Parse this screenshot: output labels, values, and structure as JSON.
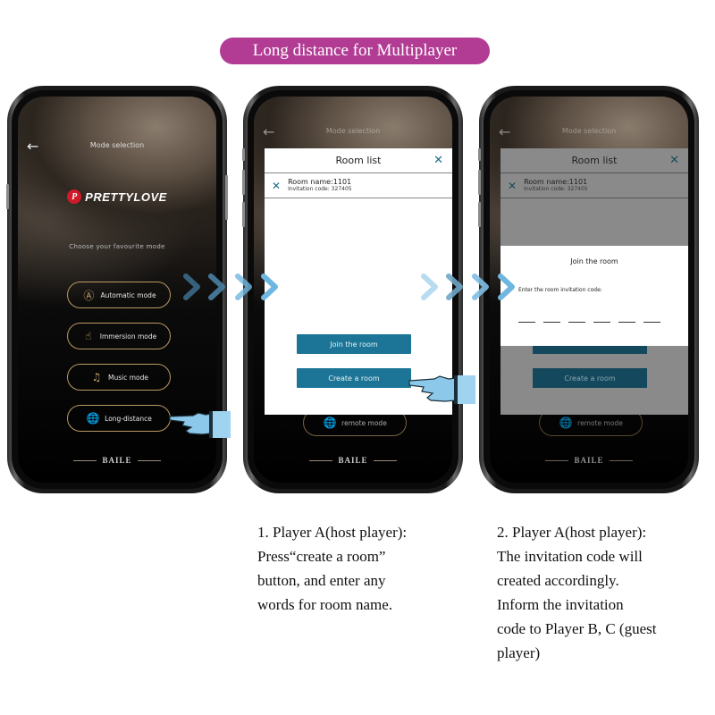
{
  "banner": {
    "title": "Long distance for Multiplayer",
    "color": "#b23c94"
  },
  "phones": [
    {
      "nav": {
        "back_icon": "arrow-left-icon",
        "title": "Mode selection"
      },
      "logo": {
        "badge": "P",
        "text": "PRETTYLOVE"
      },
      "subtitle": "Choose your favourite mode",
      "modes": [
        {
          "label": "Automatic mode",
          "icon": "automatic-icon"
        },
        {
          "label": "Immersion mode",
          "icon": "hand-touch-icon"
        },
        {
          "label": "Music mode",
          "icon": "music-note-icon"
        },
        {
          "label": "Long-distance",
          "icon": "globe-icon"
        }
      ],
      "footer": "BAILE"
    },
    {
      "nav": {
        "back_icon": "arrow-left-icon",
        "title": "Mode selection"
      },
      "modal": {
        "title": "Room list",
        "close": "✕",
        "rooms": [
          {
            "name": "Room name:1101",
            "code": "Invitation code: 327405"
          }
        ],
        "join_label": "Join the room",
        "create_label": "Create a room"
      },
      "remote_mode": "remote mode",
      "footer": "BAILE"
    },
    {
      "nav": {
        "back_icon": "arrow-left-icon",
        "title": "Mode selection"
      },
      "modal": {
        "title": "Room list",
        "close": "✕",
        "rooms": [
          {
            "name": "Room name:1101",
            "code": "Invitation code: 327405"
          }
        ],
        "create_label": "Create a room"
      },
      "join_dialog": {
        "title": "Join the room",
        "label": "Enter the room invitation code:",
        "slots": 6
      },
      "remote_mode": "remote mode",
      "footer": "BAILE"
    }
  ],
  "captions": [
    "1. Player A(host player):\nPress“create a room”\nbutton, and enter any\nwords for room name.",
    "2. Player A(host player):\nThe invitation code will\ncreated accordingly.\nInform the invitation\ncode to Player B, C (guest\nplayer)"
  ],
  "caption_lines": {
    "c1": [
      "1. Player A(host player):",
      "Press“create a room”",
      "button, and enter any",
      "words for room name."
    ],
    "c2": [
      "2. Player A(host player):",
      "The invitation code will",
      "created accordingly.",
      "Inform the invitation",
      "code to Player B, C (guest",
      "player)"
    ]
  },
  "colors": {
    "accent_teal": "#1c7596",
    "gold_border": "#b99a62",
    "arrow_blue": "#6fb6e0"
  }
}
